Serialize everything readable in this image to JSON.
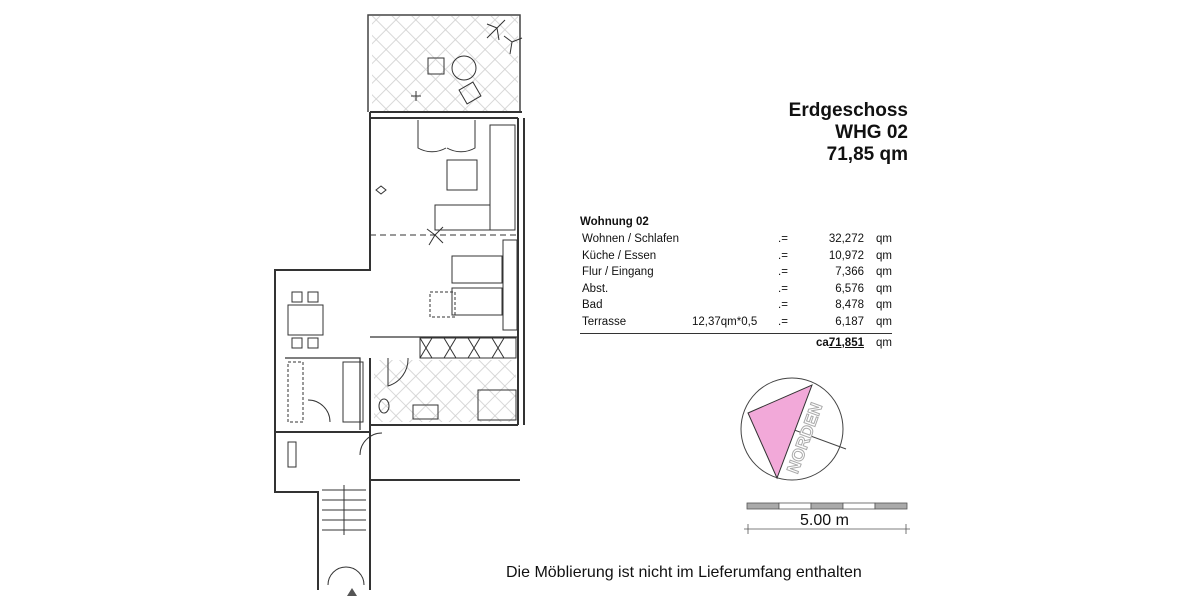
{
  "header": {
    "floor": "Erdgeschoss",
    "unit": "WHG 02",
    "area": "71,85 qm"
  },
  "area_table": {
    "title": "Wohnung 02",
    "rows": [
      {
        "room": "Wohnen / Schlafen",
        "calc": "",
        "eq": ".=",
        "value": "32,272",
        "unit": "qm"
      },
      {
        "room": "Küche / Essen",
        "calc": "",
        "eq": ".=",
        "value": "10,972",
        "unit": "qm"
      },
      {
        "room": "Flur / Eingang",
        "calc": "",
        "eq": ".=",
        "value": "7,366",
        "unit": "qm"
      },
      {
        "room": "Abst.",
        "calc": "",
        "eq": ".=",
        "value": "6,576",
        "unit": "qm"
      },
      {
        "room": "Bad",
        "calc": "",
        "eq": ".=",
        "value": "8,478",
        "unit": "qm"
      },
      {
        "room": "Terrasse",
        "calc": "12,37qm*0,5",
        "eq": ".=",
        "value": "6,187",
        "unit": "qm"
      }
    ],
    "total_prefix": "ca.",
    "total_value": "71,851",
    "total_unit": "qm"
  },
  "compass": {
    "label": "NORDEN",
    "arrow_color": "#f2a9d9"
  },
  "scale_bar": {
    "label": "5.00 m"
  },
  "note": "Die Möblierung ist nicht im Lieferumfang enthalten"
}
